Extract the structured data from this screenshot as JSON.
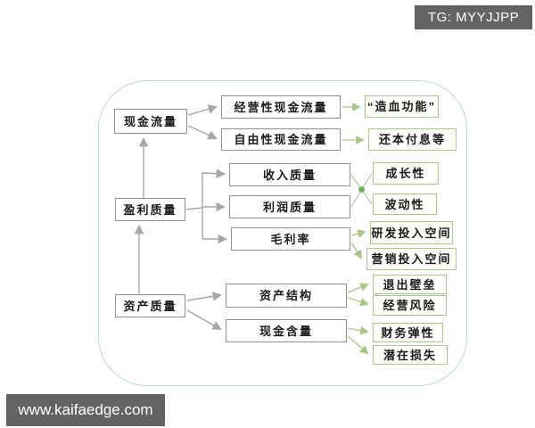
{
  "badges": {
    "tg": "TG: MYYJJPP",
    "site": "www.kaifaedge.com"
  },
  "colors": {
    "badge_bg": "#636363",
    "gray_box_border": "#8f8f8f",
    "green_box_border": "#a8c687",
    "container_border": "#bdd8cf",
    "arrow_gray": "#a6a6a6",
    "arrow_green": "#a8c687",
    "junction_dot": "#6fae4e"
  },
  "diagram": {
    "root_nodes": [
      {
        "label": "现金流量"
      },
      {
        "label": "盈利质量"
      },
      {
        "label": "资产质量"
      }
    ],
    "mid_nodes": [
      {
        "label": "经营性现金流量"
      },
      {
        "label": "自由性现金流量"
      },
      {
        "label": "收入质量"
      },
      {
        "label": "利润质量"
      },
      {
        "label": "毛利率"
      },
      {
        "label": "资产结构"
      },
      {
        "label": "现金含量"
      }
    ],
    "leaf_nodes": [
      {
        "label": "“造血功能”"
      },
      {
        "label": "还本付息等"
      },
      {
        "label": "成长性"
      },
      {
        "label": "波动性"
      },
      {
        "label": "研发投入空间"
      },
      {
        "label": "营销投入空间"
      },
      {
        "label": "退出壁垒"
      },
      {
        "label": "经营风险"
      },
      {
        "label": "财务弹性"
      },
      {
        "label": "潜在损失"
      }
    ]
  }
}
